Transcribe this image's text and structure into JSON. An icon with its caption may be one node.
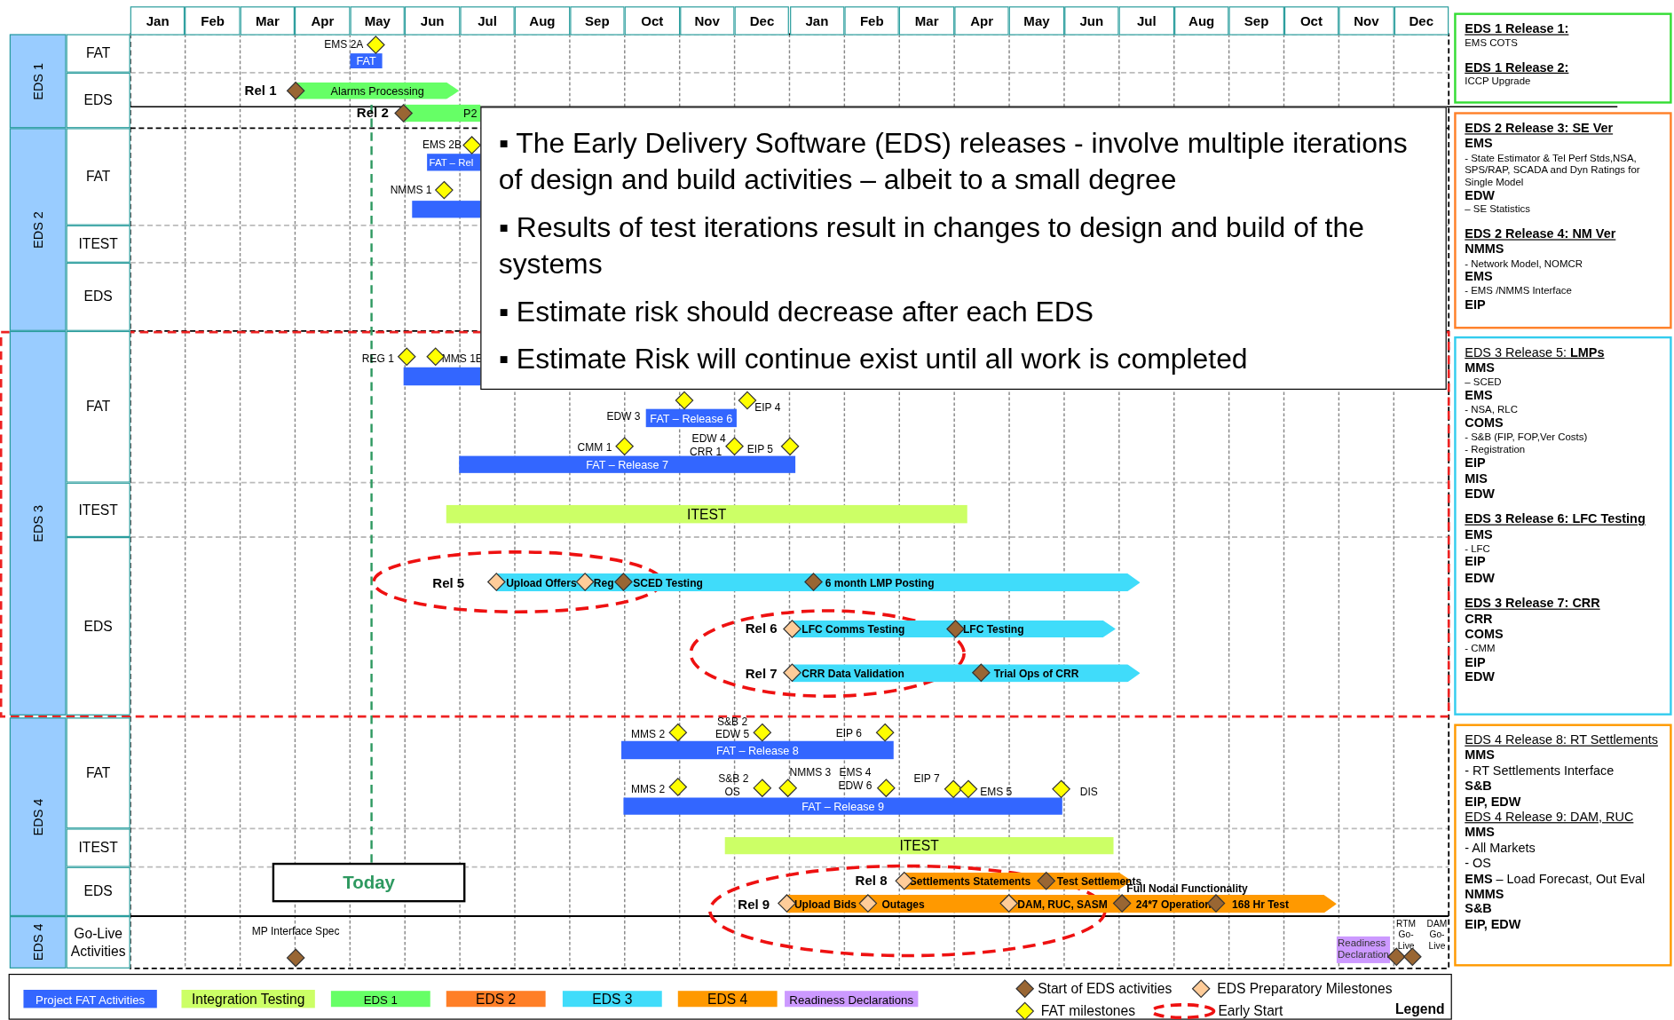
{
  "diagram": {
    "nodes": [
      {
        "text": [
          "EDS 1"
        ]
      },
      {
        "text": [
          "FAT"
        ]
      },
      {
        "text": [
          "EDS"
        ]
      },
      {
        "text": [
          "EDS 2"
        ]
      },
      {
        "text": [
          "FAT"
        ]
      },
      {
        "text": [
          "ITEST"
        ]
      },
      {
        "text": [
          "EDS"
        ]
      },
      {
        "text": [
          "EDS 3"
        ]
      },
      {
        "text": [
          "FAT"
        ]
      },
      {
        "text": [
          "ITEST"
        ]
      },
      {
        "text": [
          "EDS"
        ]
      },
      {
        "text": [
          "EDS 4"
        ]
      },
      {
        "text": [
          "FAT"
        ]
      },
      {
        "text": [
          "ITEST"
        ]
      },
      {
        "text": [
          "EDS"
        ]
      },
      {
        "text": [
          "EDS 4"
        ]
      },
      {
        "text": [
          "Go-Live Activities"
        ]
      },
      {
        "text": [
          "FAT"
        ]
      },
      {
        "text": [
          "Alarms Processing"
        ],
        "beside": [
          "Rel 1"
        ]
      },
      {
        "text": [
          "P2"
        ],
        "beside": [
          "Rel 2"
        ]
      },
      {
        "text": [
          "FAT – Rel"
        ]
      },
      {
        "text": [
          "FAT – Release 6"
        ]
      },
      {
        "text": [
          "FAT – Release 7"
        ]
      },
      {
        "text": [
          "ITEST"
        ]
      },
      {
        "text": [
          "Upload Offers",
          "Reg",
          "SCED Testing",
          "6 month LMP Posting"
        ],
        "beside": [
          "Rel 5"
        ]
      },
      {
        "text": [
          "LFC Comms Testing",
          "LFC Testing"
        ],
        "beside": [
          "Rel 6"
        ]
      },
      {
        "text": [
          "CRR Data Validation",
          "Trial Ops of CRR"
        ],
        "beside": [
          "Rel 7"
        ]
      },
      {
        "text": [
          "FAT – Release 8"
        ]
      },
      {
        "text": [
          "FAT – Release 9"
        ]
      },
      {
        "text": [
          "ITEST"
        ]
      },
      {
        "text": [
          "Settlements Statements",
          "Test Settlements"
        ],
        "beside": [
          "Rel 8"
        ]
      },
      {
        "text": [
          "Upload Bids",
          "Outages",
          "DAM, RUC, SASM",
          "24*7 Operation",
          "168 Hr Test"
        ],
        "beside": [
          "Rel 9"
        ]
      },
      {
        "text": [
          "Readiness Declaration"
        ]
      },
      {
        "text": [
          "▪ The Early Delivery Software (EDS) releases - involve multiple iterations of design and build activities – albeit to a small degree",
          "▪ Results of test iterations result in changes to design and build of the systems",
          "▪ Estimate risk should decrease after each EDS",
          "▪ Estimate Risk will continue exist until all work is completed"
        ]
      },
      {
        "text": [
          "Today"
        ]
      },
      {
        "text": [
          "EDS 1 Release 1:",
          "EMS COTS",
          "EDS 1 Release 2:",
          "ICCP Upgrade"
        ]
      },
      {
        "text": [
          "EDS 2 Release 3: SE Ver",
          "EMS",
          "- State Estimator & Tel Perf Stds,NSA, SPS/RAP, SCADA and Dyn Ratings for Single Model",
          "EDW",
          "– SE Statistics",
          "EDS 2 Release 4: NM Ver",
          "NMMS",
          "- Network Model, NOMCR",
          "EMS",
          "- EMS /NMMS Interface",
          "EIP"
        ]
      },
      {
        "text": [
          "EDS 3 Release 5: **LMPs**",
          "MMS",
          "– SCED",
          "EMS",
          "- NSA, RLC",
          "COMS",
          "- S&B (FIP, FOP,Ver Costs)",
          "- Registration",
          "EIP",
          "MIS",
          "EDW",
          "EDS 3 Release 6: LFC Testing",
          "EMS",
          "- LFC",
          "EIP",
          "EDW",
          "EDS 3 Release 7: CRR",
          "CRR",
          "COMS",
          "- CMM",
          "EIP",
          "EDW"
        ]
      },
      {
        "text": [],
        "shape": "bar"
      },
      {
        "text": [],
        "shape": "bar"
      },
      {
        "text": [
          "EDS 4 Release 8: RT Settlements",
          "MMS",
          "- RT Settlements Interface",
          "S&B",
          "EIP, EDW",
          "EDS 4 Release 9: DAM, RUC",
          "MMS",
          "- All Markets",
          "- OS",
          "**EMS** – Load Forecast, Out Eval",
          "NMMS",
          "S&B",
          "EIP, EDW"
        ]
      }
    ],
    "labels": [
      "Jan",
      "Feb",
      "Mar",
      "Apr",
      "May",
      "Jun",
      "Jul",
      "Aug",
      "Sep",
      "Oct",
      "Nov",
      "Dec",
      "Jan",
      "Feb",
      "Mar",
      "Apr",
      "May",
      "Jun",
      "Jul",
      "Aug",
      "Sep",
      "Oct",
      "Nov",
      "Dec",
      "EMS 2A",
      "EMS 2B",
      "NMMS 1",
      "REG 1",
      "MMS 1E",
      "EDW 3",
      "EIP 4",
      "CMM 1",
      "EDW 4",
      "CRR 1",
      "EIP 5",
      "S&B 2",
      "MMS 2",
      "EDW 5",
      "EIP 6",
      "NMMS 3",
      "EMS 4",
      "S&B 2",
      "EIP 7",
      "MMS 2",
      "OS",
      "EDW 6",
      "EMS 5",
      "DIS",
      "Full Nodal Functionality",
      "MP Interface Spec",
      "RTM Go-Live",
      "DAM Go-Live",
      "Legend"
    ],
    "edges": [
      {
        "from": 34,
        "to": 18,
        "arrow": "none",
        "style": "dashed",
        "color": "#2e9960"
      }
    ],
    "legend": [
      {
        "text": "Project FAT Activities",
        "color": "#3366ff"
      },
      {
        "text": "Integration Testing",
        "color": "#ccff66"
      },
      {
        "text": "EDS 1",
        "color": "#66ff66"
      },
      {
        "text": "EDS 2",
        "color": "#ff7f27"
      },
      {
        "text": "EDS 3",
        "color": "#40dcfa"
      },
      {
        "text": "EDS 4",
        "color": "#ff9900"
      },
      {
        "text": "Readiness Declarations",
        "color": "#cc99ff"
      },
      {
        "text": "Start of EDS activities"
      },
      {
        "text": "EDS Preparatory Milestones"
      },
      {
        "text": "FAT milestones"
      },
      {
        "text": "Early Start"
      }
    ]
  }
}
